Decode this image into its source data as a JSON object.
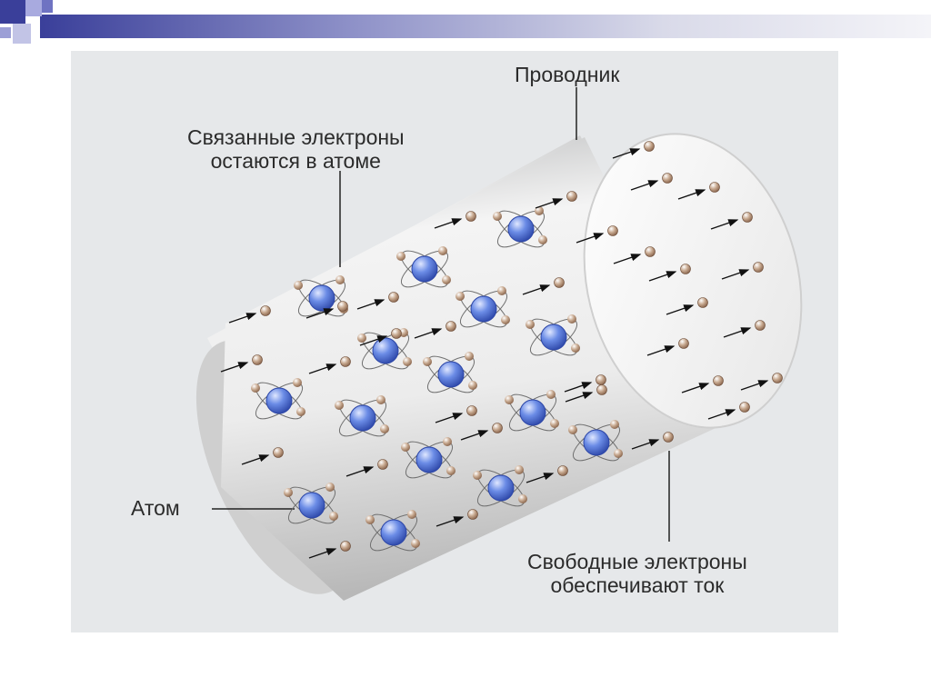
{
  "labels": {
    "conductor": "Проводник",
    "bound_line1": "Связанные электроны",
    "bound_line2": "остаются в атоме",
    "atom": "Атом",
    "free_line1": "Свободные электроны",
    "free_line2": "обеспечивают ток"
  },
  "colors": {
    "header_bar": "#3a3f9a",
    "header_square_light": "#a8aadf",
    "figure_bg": "#e6e8ea",
    "cylinder_light": "#f7f7f7",
    "cylinder_dark": "#c4c4c4",
    "nucleus": "#5e7fe0",
    "electron": "#a07d62"
  }
}
